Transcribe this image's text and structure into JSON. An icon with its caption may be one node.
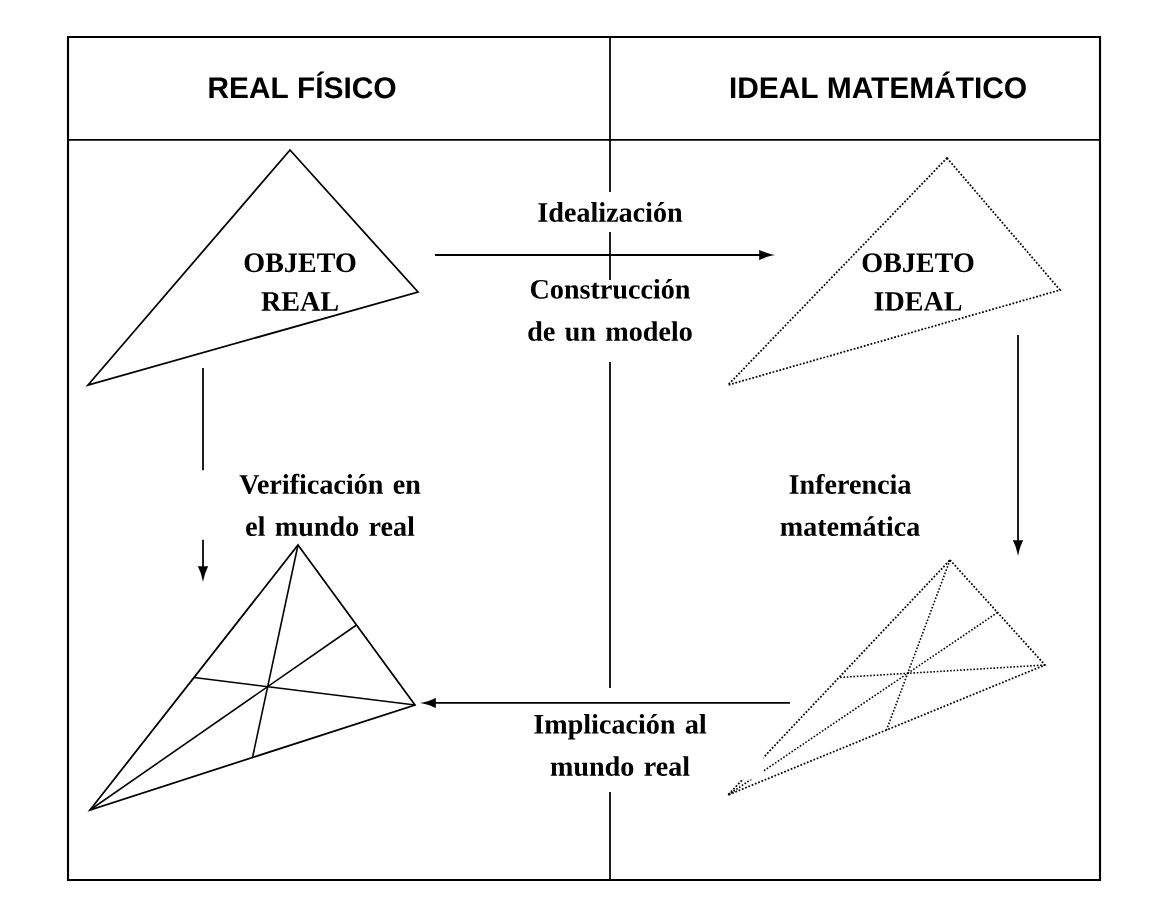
{
  "diagram": {
    "nodes": [
      {
        "text": [
          "OBJETO REAL"
        ]
      },
      {
        "text": [
          "OBJETO IDEAL"
        ]
      },
      {
        "text": [],
        "shape": "triangle"
      },
      {
        "text": [],
        "shape": "triangle"
      }
    ],
    "edges": [
      {
        "from": 0,
        "to": 1,
        "arrow": "to",
        "label": "Idealización"
      },
      {
        "from": 1,
        "to": 3,
        "arrow": "to",
        "label": "Inferencia matemática"
      },
      {
        "from": 3,
        "to": 2,
        "arrow": "to",
        "label": "Implicación al mundo real"
      },
      {
        "from": 0,
        "to": 2,
        "arrow": "to",
        "label": "Verificación en el mundo real"
      }
    ],
    "labels": [
      "REAL FÍSICO",
      "IDEAL MATEMÁTICO",
      "Construcción de un modelo"
    ]
  }
}
